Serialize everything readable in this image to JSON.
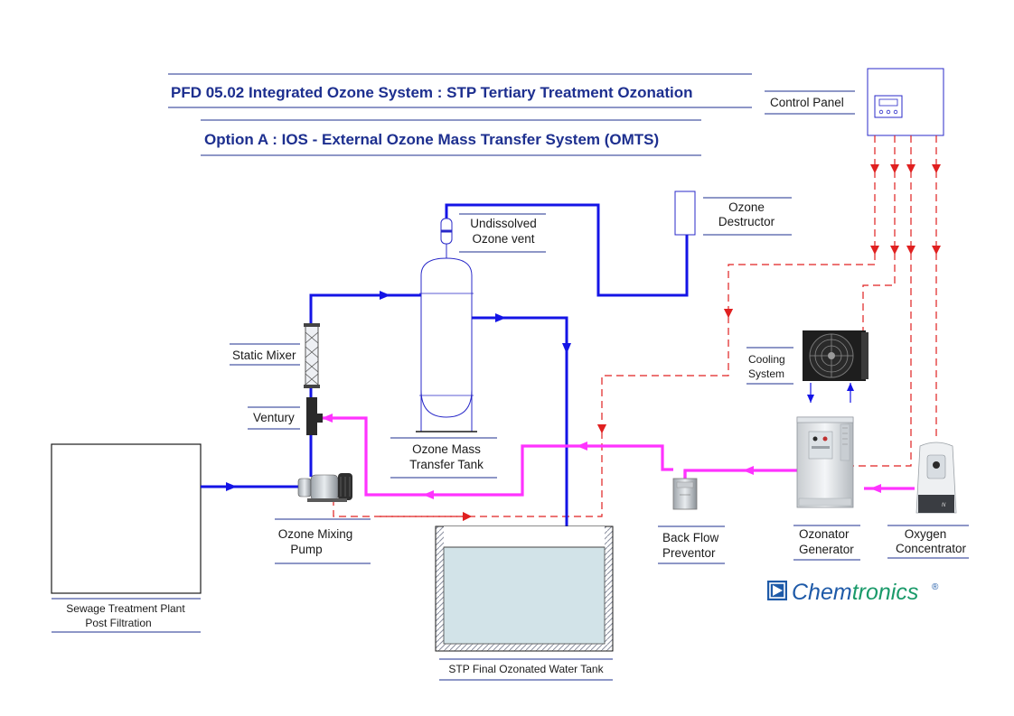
{
  "titles": {
    "main": "PFD 05.02 Integrated Ozone System : STP Tertiary Treatment Ozonation",
    "sub": "Option A : IOS - External Ozone Mass Transfer System (OMTS)"
  },
  "labels": {
    "control_panel": "Control Panel",
    "ozone_destructor": [
      "Ozone",
      "Destructor"
    ],
    "undissolved_vent": [
      "Undissolved",
      "Ozone vent"
    ],
    "static_mixer": "Static Mixer",
    "venturi": "Ventury",
    "mass_transfer_tank": [
      "Ozone Mass",
      "Transfer Tank"
    ],
    "cooling_system": [
      "Cooling",
      "System"
    ],
    "mixing_pump": [
      "Ozone Mixing",
      "Pump"
    ],
    "stp": [
      "Sewage Treatment Plant",
      "Post Filtration"
    ],
    "final_tank": "STP Final Ozonated Water Tank",
    "back_flow": [
      "Back Flow",
      "Preventor"
    ],
    "ozonator": [
      "Ozonator",
      "Generator"
    ],
    "oxygen": [
      "Oxygen",
      "Concentrator"
    ]
  },
  "brand": {
    "name_a": "Chem",
    "name_b": "tronics",
    "reg": "®"
  },
  "colors": {
    "title": "#1d2f8f",
    "water_line": "#1414e6",
    "ozone_line": "#ff33ff",
    "control_line": "#e02020",
    "brand_blue": "#1e5aa8",
    "brand_green": "#1a9a6a"
  }
}
